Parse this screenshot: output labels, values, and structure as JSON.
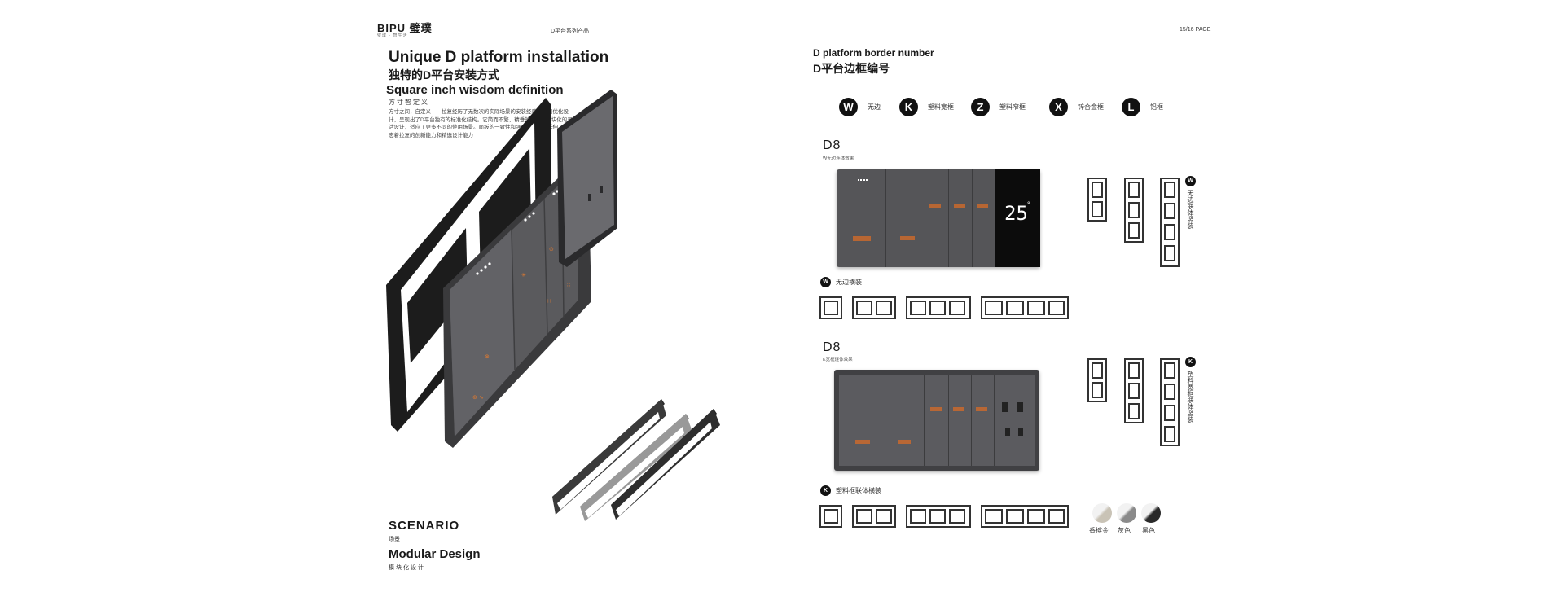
{
  "left_page": {
    "brand": "BIPU 璧璞",
    "brand_tagline": "璧璞 · 智生活",
    "series": "D平台系列产品",
    "title_en": "Unique D platform installation",
    "title_cn": "独特的D平台安装方式",
    "subtitle_en": "Square inch wisdom definition",
    "subtitle_cn": "方寸智定义",
    "paragraph": "方寸之间，自定义——拉复经历了无数次的实际场景的安装经验多次的优化设计，呈现出了D平台独有的标准化结构。它简而不繁，精垂的轮廓和模块化的灵活设计，适应了更多不同的使用场景。面板的一致性和强大的功能的延伸，都标志着拉复的创新能力和精选设计能力",
    "scenario_en": "SCENARIO",
    "scenario_cn": "场景",
    "modular_en": "Modular Design",
    "modular_cn": "模块化设计"
  },
  "right_page": {
    "page_number": "15/16 PAGE",
    "title_en": "D platform border number",
    "title_cn": "D平台边框编号",
    "legend": [
      {
        "code": "W",
        "label": "无边"
      },
      {
        "code": "K",
        "label": "塑料宽框"
      },
      {
        "code": "Z",
        "label": "塑料窄框"
      },
      {
        "code": "X",
        "label": "锌合金框"
      },
      {
        "code": "L",
        "label": "铝框"
      }
    ],
    "section1": {
      "model": "D8",
      "caption": "W无边连体效果",
      "thermostat_temp": "25",
      "thermostat_unit": "°",
      "vertical_code": "W",
      "vertical_label": "无边联体竖装",
      "row_code": "W",
      "row_label": "无边横装"
    },
    "section2": {
      "model": "D8",
      "caption": "K宽框连体效果",
      "vertical_code": "K",
      "vertical_label": "塑料宽框联体竖装",
      "row_code": "K",
      "row_label": "塑料框联体横装"
    },
    "colors": [
      {
        "label": "香槟金",
        "hex": "#c9c3b6"
      },
      {
        "label": "灰色",
        "hex": "#8a8a8a"
      },
      {
        "label": "黑色",
        "hex": "#2a2a2a"
      }
    ]
  }
}
